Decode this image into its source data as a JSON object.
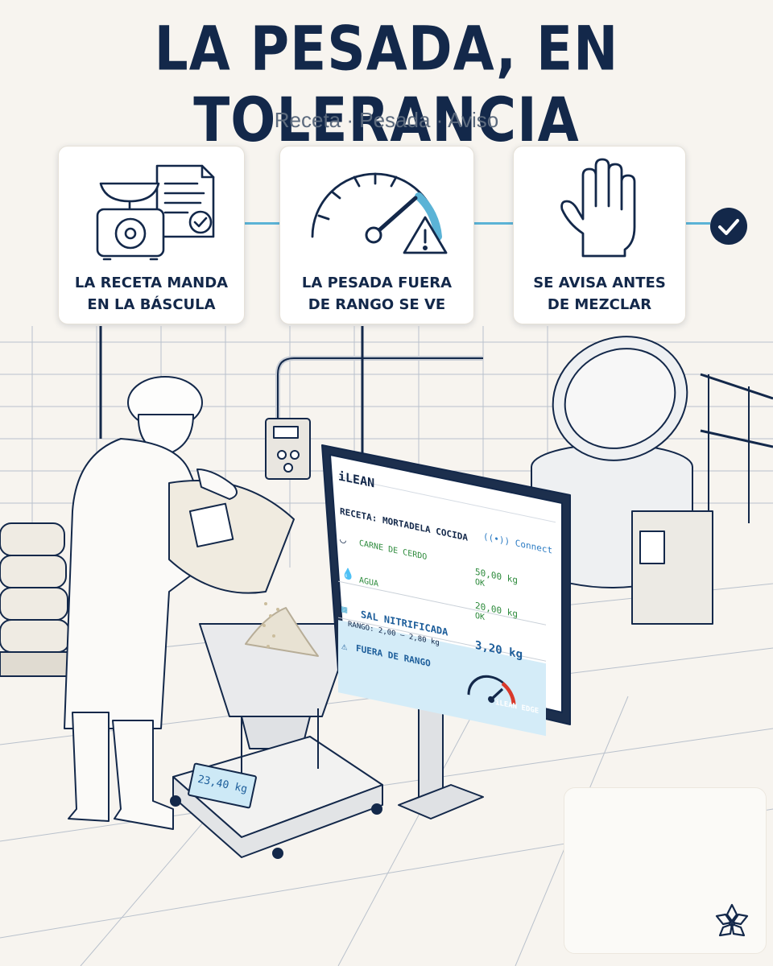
{
  "header": {
    "title": "LA PESADA, EN TOLERANCIA",
    "subtitle": "Receta · Pesada · Aviso"
  },
  "steps": [
    {
      "label": "LA RECETA MANDA\nEN LA BÁSCULA",
      "icon": "scale-recipe-icon"
    },
    {
      "label": "LA PESADA FUERA\nDE RANGO SE VE",
      "icon": "gauge-warning-icon"
    },
    {
      "label": "SE AVISA ANTES\nDE MEZCLAR",
      "icon": "stop-hand-icon"
    }
  ],
  "check_icon": "checkmark-circle-icon",
  "screen": {
    "brand": "iLEAN",
    "connect": "Connect",
    "recipe": "RECETA: MORTADELA COCIDA",
    "items": [
      {
        "name": "CARNE DE CERDO",
        "value": "50,00 kg",
        "status": "OK",
        "icon": "bowl-icon"
      },
      {
        "name": "AGUA",
        "value": "20,00 kg",
        "status": "OK",
        "icon": "droplet-icon"
      }
    ],
    "alert_item": {
      "name": "SAL NITRIFICADA",
      "range": "RANGO: 2,00 – 2,80 kg",
      "value": "3,20 kg",
      "warning": "FUERA DE RANGO",
      "icon": "salt-icon"
    },
    "footer_brand": "iLEAN EDGE"
  },
  "scale": {
    "display": "23,40 kg"
  },
  "colors": {
    "navy": "#13284a",
    "accent": "#5bb3d6",
    "warning_bg": "#d4ecf8",
    "ok_green": "#2e8b3d",
    "alert_blue": "#1c5d9a",
    "gauge_red": "#d9392b"
  },
  "logo_icon": "flower-logo-icon"
}
